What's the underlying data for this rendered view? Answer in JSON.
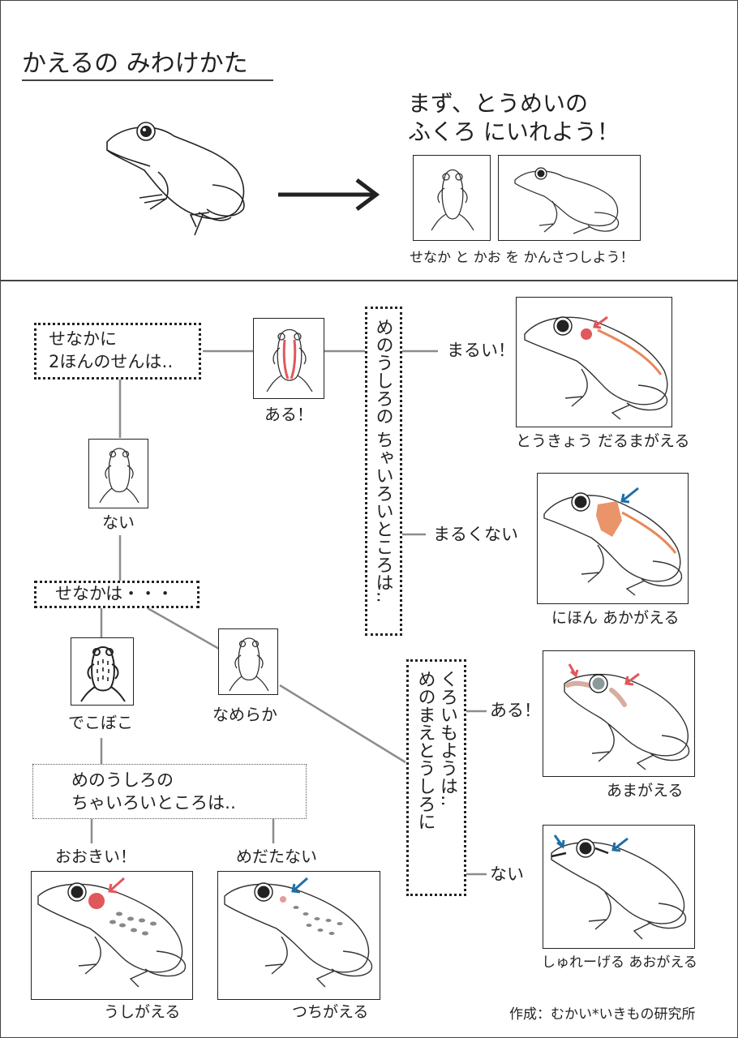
{
  "title": "かえるの みわけかた",
  "intro": {
    "heading_line1": "まず、とうめいの",
    "heading_line2": "ふくろ にいれよう！",
    "caption": "せなか と かお を かんさつしよう！"
  },
  "q_back_lines": {
    "line1": "せなかに",
    "line2": "2ほんのせんは‥",
    "yes": "ある！",
    "no": "ない"
  },
  "q_behind_eye_brown": {
    "text": "めのうしろの ちゃいろいところは‥",
    "round": "まるい！",
    "not_round": "まるくない"
  },
  "q_back_texture": {
    "text": "せなかは・・・",
    "bumpy": "でこぼこ",
    "smooth": "なめらか"
  },
  "q_behind_eye_size": {
    "line1": "めのうしろの",
    "line2": "ちゃいろいところは‥",
    "big": "おおきい！",
    "inconspicuous": "めだたない"
  },
  "q_black_stripe": {
    "line1": "くろいもようは‥",
    "line2": "めのまえとうしろに",
    "yes": "ある！",
    "no": "ない"
  },
  "species": {
    "tokyo_daruma": "とうきょう だるまがえる",
    "nihon_aka": "にほん あかがえる",
    "ama": "あまがえる",
    "schlegel": "しゅれーげる あおがえる",
    "ushi": "うしがえる",
    "tsuchi": "つちがえる"
  },
  "credit": "作成：むかい*いきもの研究所",
  "colors": {
    "red_arrow": "#e0585b",
    "blue_arrow": "#1f6fa8",
    "brown_patch": "#e8885a",
    "line_gray": "#8c8c8c"
  },
  "icons": [
    "frog-side-icon",
    "frog-top-icon",
    "right-arrow-icon",
    "red-arrow-icon",
    "blue-arrow-icon"
  ]
}
